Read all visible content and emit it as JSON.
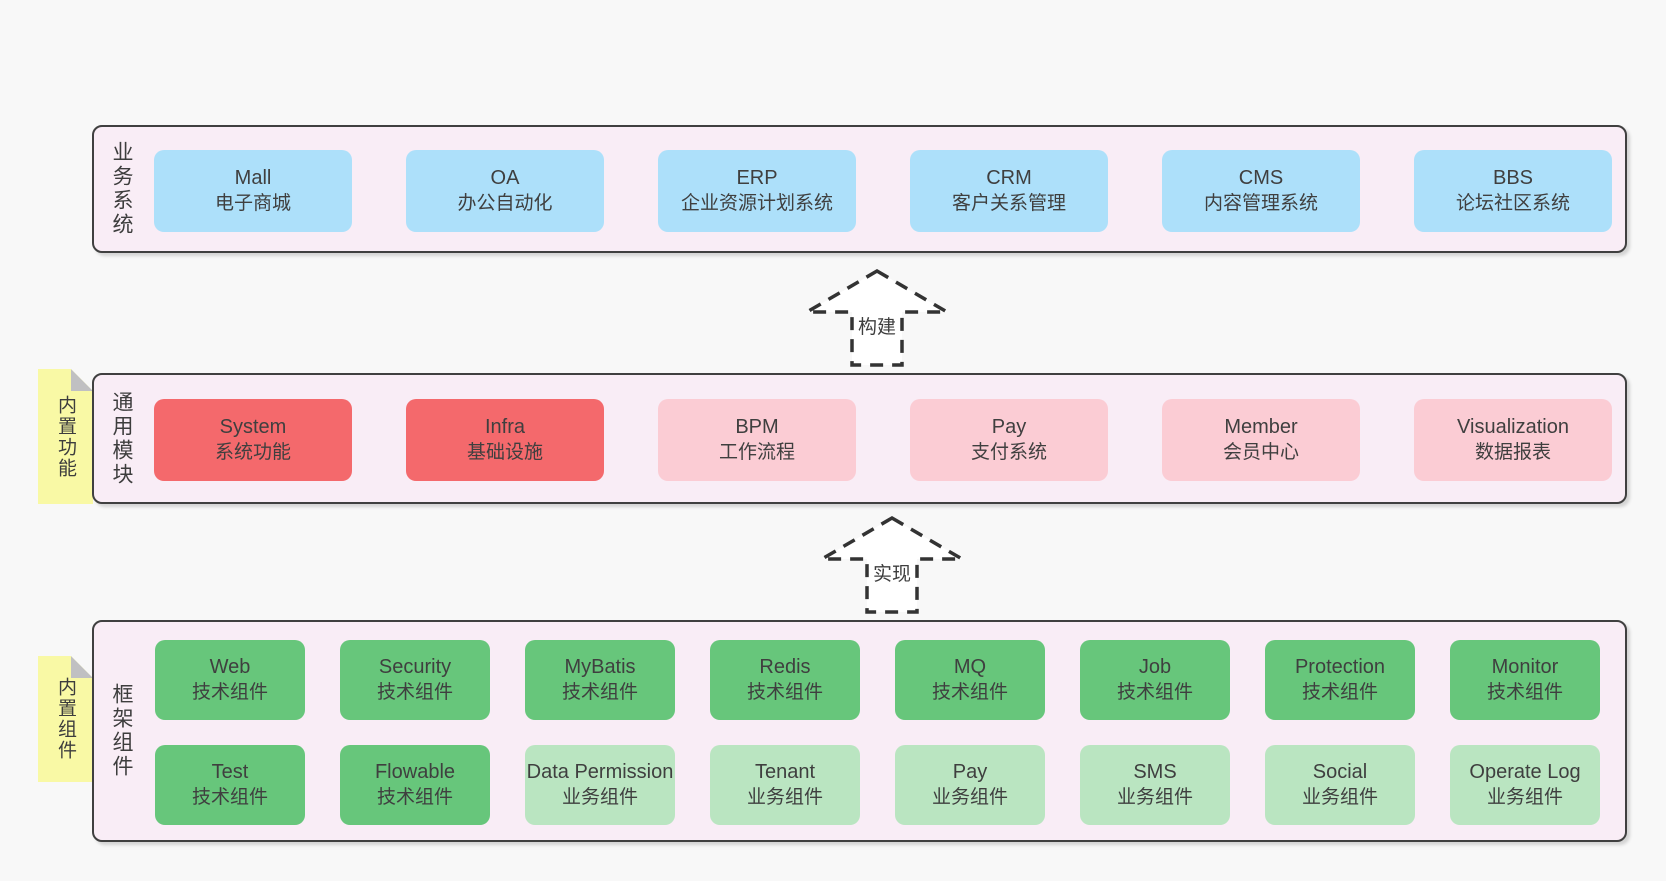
{
  "colors": {
    "page_background": "#f8f8f8",
    "section_background": "#f9edf6",
    "section_border": "#404040",
    "box_blue": "#ade0fa",
    "box_red": "#f4696c",
    "box_pink": "#fbccd4",
    "box_green": "#67c67b",
    "box_light_green": "#bae5c1",
    "sticky_yellow": "#f9f9a5",
    "sticky_fold_gray": "#c0c0c2",
    "text": "#3f3f3f",
    "arrow_dash": "#333333"
  },
  "sections": [
    {
      "label": "业务系统",
      "boxes": [
        {
          "title": "Mall",
          "subtitle": "电子商城"
        },
        {
          "title": "OA",
          "subtitle": "办公自动化"
        },
        {
          "title": "ERP",
          "subtitle": "企业资源计划系统"
        },
        {
          "title": "CRM",
          "subtitle": "客户关系管理"
        },
        {
          "title": "CMS",
          "subtitle": "内容管理系统"
        },
        {
          "title": "BBS",
          "subtitle": "论坛社区系统"
        }
      ]
    },
    {
      "label": "通用模块",
      "sticky": "内置功能",
      "boxes": [
        {
          "title": "System",
          "subtitle": "系统功能"
        },
        {
          "title": "Infra",
          "subtitle": "基础设施"
        },
        {
          "title": "BPM",
          "subtitle": "工作流程"
        },
        {
          "title": "Pay",
          "subtitle": "支付系统"
        },
        {
          "title": "Member",
          "subtitle": "会员中心"
        },
        {
          "title": "Visualization",
          "subtitle": "数据报表"
        }
      ]
    },
    {
      "label": "框架组件",
      "sticky": "内置组件",
      "rows": [
        [
          {
            "title": "Web",
            "subtitle": "技术组件"
          },
          {
            "title": "Security",
            "subtitle": "技术组件"
          },
          {
            "title": "MyBatis",
            "subtitle": "技术组件"
          },
          {
            "title": "Redis",
            "subtitle": "技术组件"
          },
          {
            "title": "MQ",
            "subtitle": "技术组件"
          },
          {
            "title": "Job",
            "subtitle": "技术组件"
          },
          {
            "title": "Protection",
            "subtitle": "技术组件"
          },
          {
            "title": "Monitor",
            "subtitle": "技术组件"
          }
        ],
        [
          {
            "title": "Test",
            "subtitle": "技术组件"
          },
          {
            "title": "Flowable",
            "subtitle": "技术组件"
          },
          {
            "title": "Data Permission",
            "subtitle": "业务组件"
          },
          {
            "title": "Tenant",
            "subtitle": "业务组件"
          },
          {
            "title": "Pay",
            "subtitle": "业务组件"
          },
          {
            "title": "SMS",
            "subtitle": "业务组件"
          },
          {
            "title": "Social",
            "subtitle": "业务组件"
          },
          {
            "title": "Operate Log",
            "subtitle": "业务组件"
          }
        ]
      ]
    }
  ],
  "arrows": [
    {
      "label": "构建"
    },
    {
      "label": "实现"
    }
  ]
}
